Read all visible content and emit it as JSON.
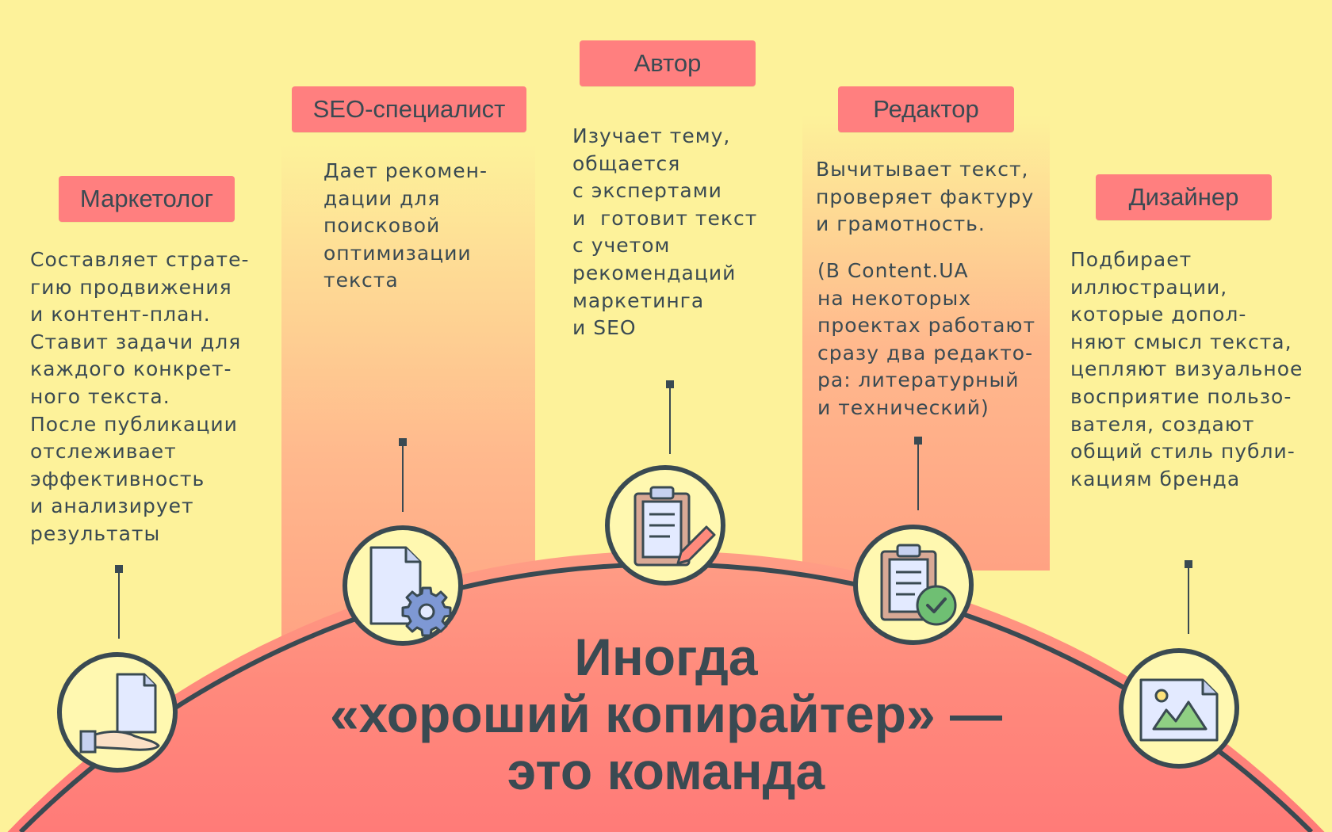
{
  "roles": [
    {
      "title": "Маркетолог",
      "description": "Составляет страте-\nгию продвижения\nи контент-план.\nСтавит задачи для\nкаждого конкрет-\nного текста.\nПосле публикации\nотслеживает\nэффективность\nи анализирует\nрезультаты",
      "icon": "hand-document-icon"
    },
    {
      "title": "SEO-специалист",
      "description": "Дает рекомен-\nдации для\nпоисковой\nоптимизации\nтекста",
      "icon": "document-gear-icon"
    },
    {
      "title": "Автор",
      "description": "Изучает тему,\nобщается\nс экспертами\nи  готовит текст\nс учетом\nрекомендаций\nмаркетинга\nи SEO",
      "icon": "clipboard-pencil-icon"
    },
    {
      "title": "Редактор",
      "description": "Вычитывает текст,\nпроверяет фактуру\nи грамотность.",
      "note": "(В Content.UA\nна некоторых\nпроектах работают\nсразу два редакто-\nра: литературный\nи технический)",
      "icon": "clipboard-check-icon"
    },
    {
      "title": "Дизайнер",
      "description": "Подбирает\nиллюстрации,\nкоторые допол-\nняют смысл текста,\nцепляют визуальное\nвосприятие пользо-\nвателя, создают\nобщий стиль публи-\nкациям бренда",
      "icon": "image-icon"
    }
  ],
  "headline": {
    "line1": "Иногда",
    "line2": "«хороший копирайтер» —",
    "line3": "это команда"
  },
  "colors": {
    "background": "#fdf29a",
    "label": "#ff7f7f",
    "dome": "#ff7f7f",
    "outline": "#3a4a52",
    "icon_fill": "#fff8b0"
  }
}
